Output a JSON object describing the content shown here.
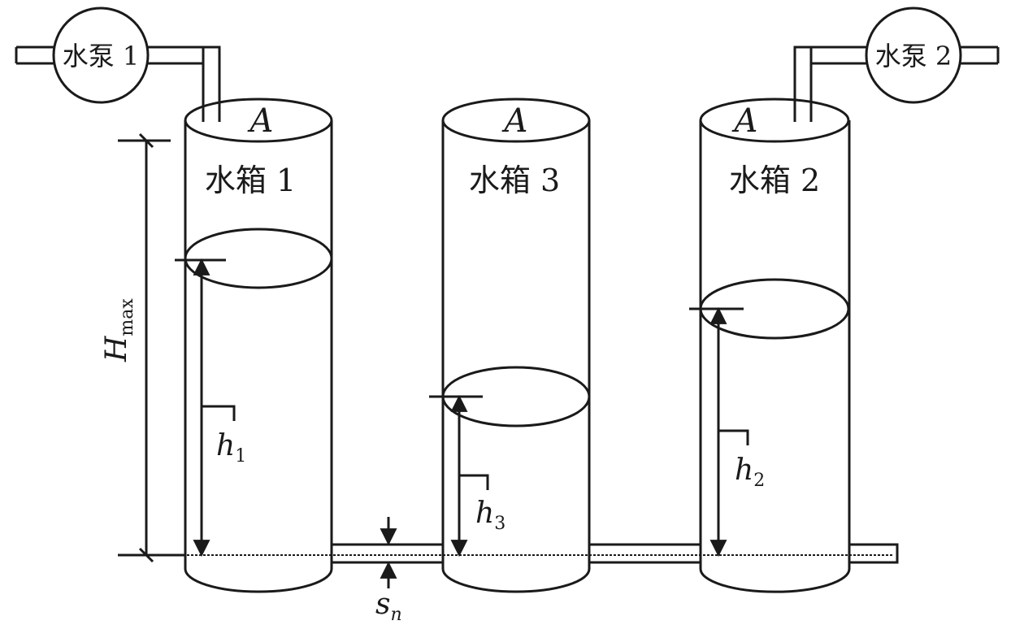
{
  "pumps": [
    {
      "label": "水泵 1"
    },
    {
      "label": "水泵 2"
    }
  ],
  "tanks": [
    {
      "label": "水箱 1",
      "area_label": "A",
      "level_var": "h",
      "level_sub": "1"
    },
    {
      "label": "水箱 3",
      "area_label": "A",
      "level_var": "h",
      "level_sub": "3"
    },
    {
      "label": "水箱 2",
      "area_label": "A",
      "level_var": "h",
      "level_sub": "2"
    }
  ],
  "max_height": {
    "var": "H",
    "sub": "max"
  },
  "pipe_section": {
    "var": "s",
    "sub": "n"
  }
}
